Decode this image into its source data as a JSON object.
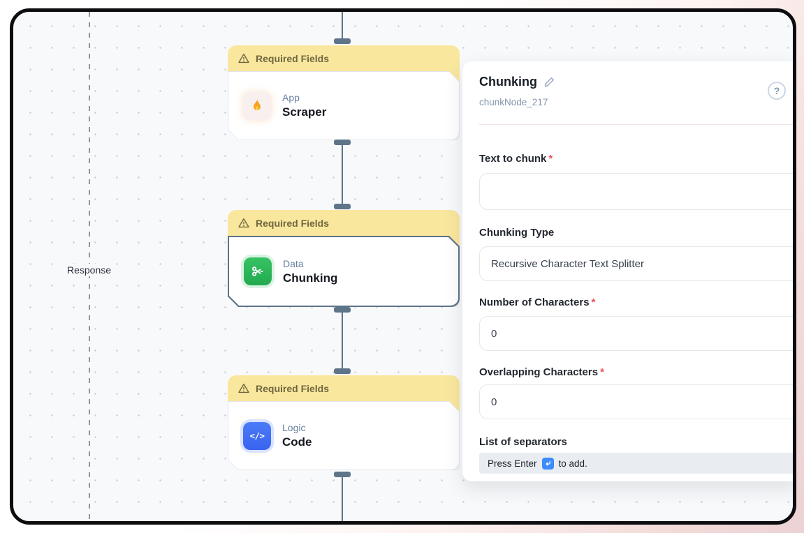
{
  "canvas": {
    "response_label": "Response",
    "nodes": [
      {
        "banner_label": "Required Fields",
        "category": "App",
        "name": "Scraper"
      },
      {
        "banner_label": "Required Fields",
        "category": "Data",
        "name": "Chunking"
      },
      {
        "banner_label": "Required Fields",
        "category": "Logic",
        "name": "Code"
      }
    ]
  },
  "panel": {
    "title": "Chunking",
    "node_id": "chunkNode_217",
    "help_label": "?",
    "fields": {
      "text_to_chunk": {
        "label": "Text to chunk",
        "required": "*",
        "value": ""
      },
      "chunking_type": {
        "label": "Chunking Type",
        "value": "Recursive Character Text Splitter"
      },
      "number_of_characters": {
        "label": "Number of Characters",
        "required": "*",
        "value": "0"
      },
      "overlapping_characters": {
        "label": "Overlapping Characters",
        "required": "*",
        "value": "0"
      },
      "list_of_separators": {
        "label": "List of separators",
        "hint_prefix": "Press Enter",
        "hint_suffix": "to add."
      }
    }
  },
  "colors": {
    "banner_bg": "#fae79e",
    "banner_text": "#6f673f",
    "connector": "#5e7489",
    "selected_border": "#5e7489",
    "green_icon": "#2eb85c",
    "blue_icon": "#4070f4",
    "flame_orange": "#f59e0b",
    "enter_key_blue": "#3d8bfd",
    "required_red": "#f04f52"
  }
}
